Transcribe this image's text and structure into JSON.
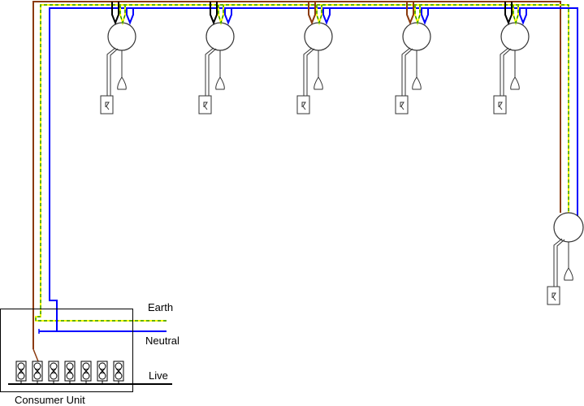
{
  "labels": {
    "earth": "Earth",
    "neutral": "Neutral",
    "live": "Live",
    "consumer_unit": "Consumer Unit"
  },
  "colors": {
    "live": "#8B3A0E",
    "neutral": "#0000FF",
    "earth_a": "#FFFF00",
    "earth_b": "#008000",
    "switched": "#000000",
    "outline": "#333333"
  },
  "ceiling_roses_top_row": 5,
  "breaker_count": 7
}
